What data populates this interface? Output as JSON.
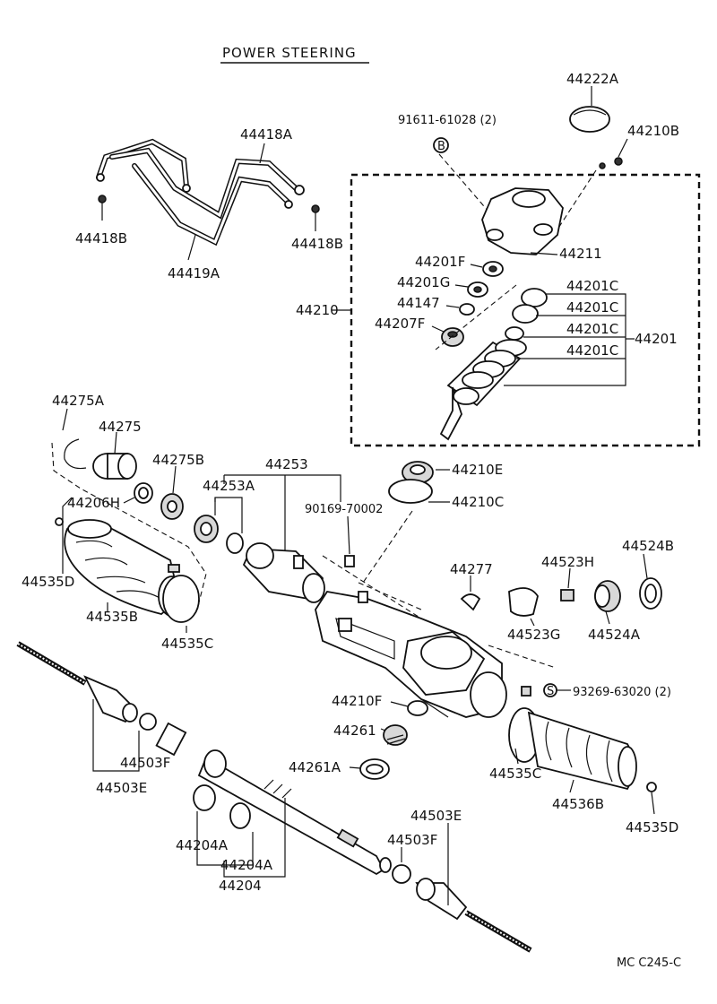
{
  "title": "POWER STEERING",
  "code": "MC  C245-C",
  "labels": {
    "p44222A": "44222A",
    "p91611": "91611-61028 (2)",
    "pB": "B",
    "p44210B": "44210B",
    "p44418A": "44418A",
    "p44418B_l": "44418B",
    "p44418B_r": "44418B",
    "p44419A": "44419A",
    "p44211": "44211",
    "p44201F": "44201F",
    "p44201G": "44201G",
    "p44147": "44147",
    "p44207F": "44207F",
    "p44210": "44210",
    "p44201C_1": "44201C",
    "p44201C_2": "44201C",
    "p44201C_3": "44201C",
    "p44201C_4": "44201C",
    "p44201": "44201",
    "p44275A": "44275A",
    "p44275": "44275",
    "p44275B": "44275B",
    "p44253": "44253",
    "p44253A": "44253A",
    "p44206H": "44206H",
    "p90169": "90169-70002",
    "p44210E": "44210E",
    "p44210C": "44210C",
    "p44535D_l": "44535D",
    "p44535B": "44535B",
    "p44535C_l": "44535C",
    "p44277": "44277",
    "p44523H": "44523H",
    "p44524B": "44524B",
    "p44523G": "44523G",
    "p44524A": "44524A",
    "p44210F": "44210F",
    "pS": "S",
    "p93269": "93269-63020 (2)",
    "p44261": "44261",
    "p44261A": "44261A",
    "p44503F_l": "44503F",
    "p44503E_l": "44503E",
    "p44535C_r": "44535C",
    "p44536B": "44536B",
    "p44535D_r": "44535D",
    "p44503E_r": "44503E",
    "p44503F_r": "44503F",
    "p44204A_1": "44204A",
    "p44204A_2": "44204A",
    "p44204": "44204"
  }
}
